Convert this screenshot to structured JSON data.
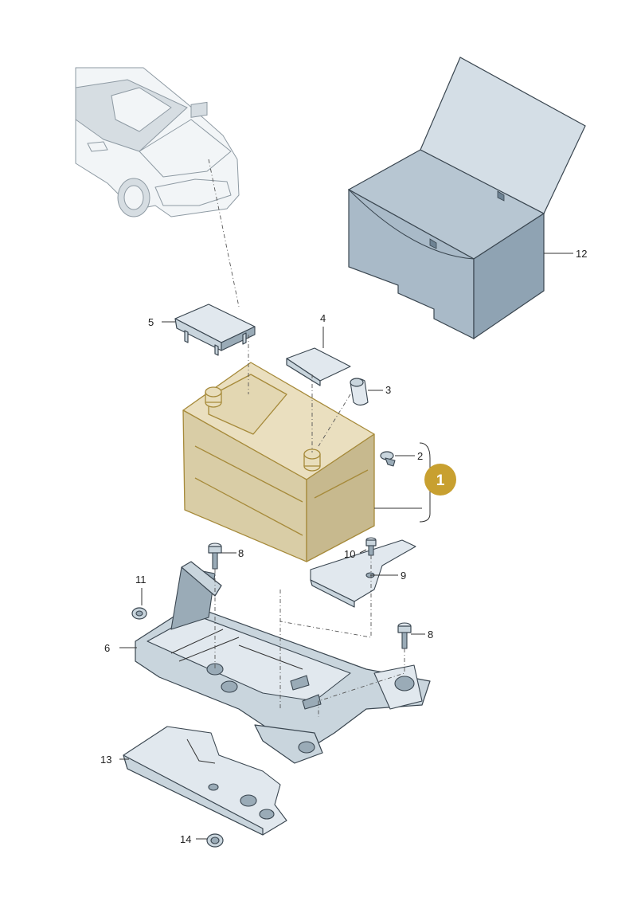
{
  "callouts": {
    "c1": "1",
    "c2": "2",
    "c3": "3",
    "c4": "4",
    "c5": "5",
    "c6": "6",
    "c8a": "8",
    "c8b": "8",
    "c9": "9",
    "c10": "10",
    "c11": "11",
    "c12": "12",
    "c13": "13",
    "c14": "14"
  },
  "colors": {
    "highlight_badge": "#c8a030",
    "battery_fill": "#d9cda6",
    "part_fill": "#c9d5dd",
    "box_fill": "#8fa3b3"
  }
}
